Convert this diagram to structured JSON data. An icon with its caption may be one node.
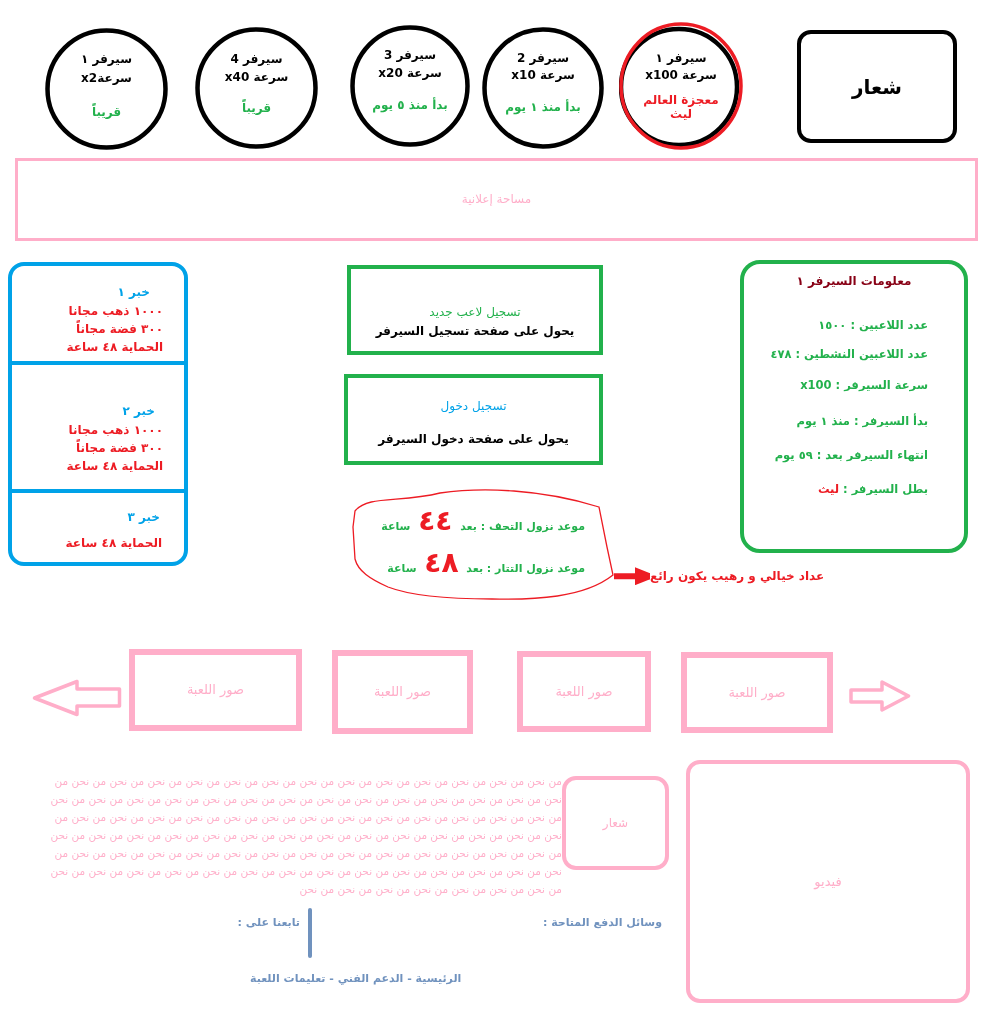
{
  "diagram": {
    "nodes": [
      {
        "text": [
          "شعار"
        ]
      },
      {
        "text": [
          "سيرفر ١",
          "سرعة x100",
          "معجزة العالم ليث"
        ]
      },
      {
        "text": [
          "سيرفر 2",
          "سرعة x10",
          "بدأ منذ ١ يوم"
        ]
      },
      {
        "text": [
          "سيرفر 3",
          "سرعة x20",
          "بدأ منذ ٥ يوم"
        ]
      },
      {
        "text": [
          "سيرفر 4",
          "سرعة x40",
          "قريباً"
        ]
      },
      {
        "text": [
          "سيرفر ١",
          "سرعةx2",
          "قريباً"
        ]
      },
      {
        "text": [
          "مساحة إعلانية"
        ]
      },
      {
        "text": [
          "معلومات السيرفر ١",
          "عدد اللاعبين : ١٥٠٠",
          "عدد اللاعبين النشطين : ٤٧٨",
          "سرعة السيرفر : x100",
          "بدأ السيرفر : منذ ١ يوم",
          "انتهاء السيرفر بعد : ٥٩ يوم",
          "بطل السيرفر : **ليث**"
        ]
      },
      {
        "text": [
          "تسجيل لاعب جديد",
          "يحول على صفحة تسجيل السيرفر"
        ]
      },
      {
        "text": [
          "تسجيل دخول",
          "يحول على صفحة دخول السيرفر"
        ]
      },
      {
        "text": [
          "موعد نزول التحف : بعد **٤٤** ساعة",
          "موعد نزول التتار : بعد **٤٨** ساعة"
        ]
      },
      {
        "text": [
          "عداد خيالي و رهيب يكون رائع"
        ]
      },
      {
        "text": [],
        "shape": "box"
      },
      {
        "text": [
          "خبر ١",
          "١٠٠٠ ذهب مجانا",
          "٣٠٠ فضة مجاناً",
          "الحماية ٤٨ ساعة"
        ],
        "in": 12
      },
      {
        "text": [
          "خبر ٢",
          "١٠٠٠ ذهب مجانا",
          "٣٠٠ فضة مجاناً",
          "الحماية ٤٨ ساعة"
        ],
        "in": 12
      },
      {
        "text": [
          "خبر ٣",
          "الحماية ٤٨ ساعة"
        ],
        "in": 12
      },
      {
        "text": [
          "صور اللعبة"
        ]
      },
      {
        "text": [
          "صور اللعبة"
        ]
      },
      {
        "text": [
          "صور اللعبة"
        ]
      },
      {
        "text": [
          "صور اللعبة"
        ]
      },
      {
        "text": [
          "فيديو"
        ]
      },
      {
        "text": [
          "شعار"
        ]
      }
    ],
    "edges": [
      {
        "from": 10,
        "to": 11,
        "arrow": "to"
      }
    ],
    "labels": [
      "من نحن من نحن من نحن من نحن من نحن من نحن من نحن من نحن من نحن من نحن من نحن من نحن من نحن من نحن من نحن من نحن من نحن من نحن من نحن من نحن من نحن من نحن من نحن من نحن من نحن من نحن من نحن من نحن من نحن من نحن من نحن من نحن من نحن من نحن من نحن من نحن من نحن من نحن من نحن من نحن من نحن من نحن من نحن من نحن من نحن من نحن من نحن من نحن من نحن من نحن من نحن من نحن من نحن من نحن من نحن من نحن من نحن من نحن من نحن من نحن من نحن من نحن من نحن من نحن من نحن من نحن من نحن من نحن من نحن من نحن من نحن من نحن من نحن من نحن من نحن من نحن من نحن من نحن من نحن من نحن من نحن من نحن من نحن من نحن من نحن من نحن من نحن من نحن",
      "وسائل الدفع المتاحة :",
      "تابعنا على :",
      "الرئيسية - الدعم الفني - تعليمات اللعبة"
    ]
  }
}
